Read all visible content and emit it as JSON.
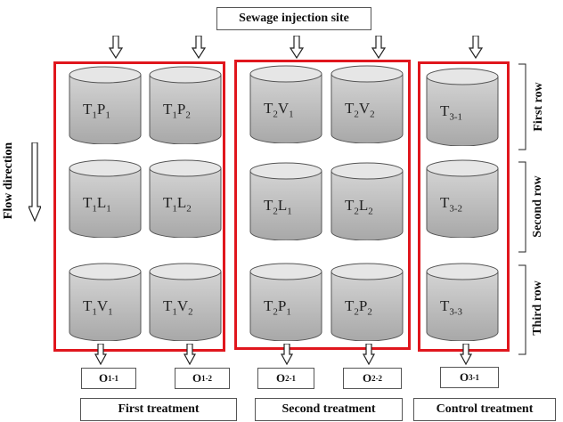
{
  "title": "Sewage injection site",
  "flow_label": "Flow direction",
  "rows": [
    "First row",
    "Second row",
    "Third row"
  ],
  "tanks": [
    {
      "main": "T",
      "s1": "1",
      "mid": "P",
      "s2": "1"
    },
    {
      "main": "T",
      "s1": "1",
      "mid": "P",
      "s2": "2"
    },
    {
      "main": "T",
      "s1": "1",
      "mid": "L",
      "s2": "1"
    },
    {
      "main": "T",
      "s1": "1",
      "mid": "L",
      "s2": "2"
    },
    {
      "main": "T",
      "s1": "1",
      "mid": "V",
      "s2": "1"
    },
    {
      "main": "T",
      "s1": "1",
      "mid": "V",
      "s2": "2"
    },
    {
      "main": "T",
      "s1": "2",
      "mid": "V",
      "s2": "1"
    },
    {
      "main": "T",
      "s1": "2",
      "mid": "V",
      "s2": "2"
    },
    {
      "main": "T",
      "s1": "2",
      "mid": "L",
      "s2": "1"
    },
    {
      "main": "T",
      "s1": "2",
      "mid": "L",
      "s2": "2"
    },
    {
      "main": "T",
      "s1": "2",
      "mid": "P",
      "s2": "1"
    },
    {
      "main": "T",
      "s1": "2",
      "mid": "P",
      "s2": "2"
    },
    {
      "main": "T",
      "s1": "3-1",
      "mid": "",
      "s2": ""
    },
    {
      "main": "T",
      "s1": "3-2",
      "mid": "",
      "s2": ""
    },
    {
      "main": "T",
      "s1": "3-3",
      "mid": "",
      "s2": ""
    }
  ],
  "outlets": [
    {
      "main": "O",
      "sub": "1-1"
    },
    {
      "main": "O",
      "sub": "1-2"
    },
    {
      "main": "O",
      "sub": "2-1"
    },
    {
      "main": "O",
      "sub": "2-2"
    },
    {
      "main": "O",
      "sub": "3-1"
    }
  ],
  "treatments": [
    "First treatment",
    "Second treatment",
    "Control treatment"
  ],
  "colors": {
    "frame": "#e0161d",
    "tank_top": "#e2e2e2",
    "tank_body": "#b8b8b8"
  }
}
